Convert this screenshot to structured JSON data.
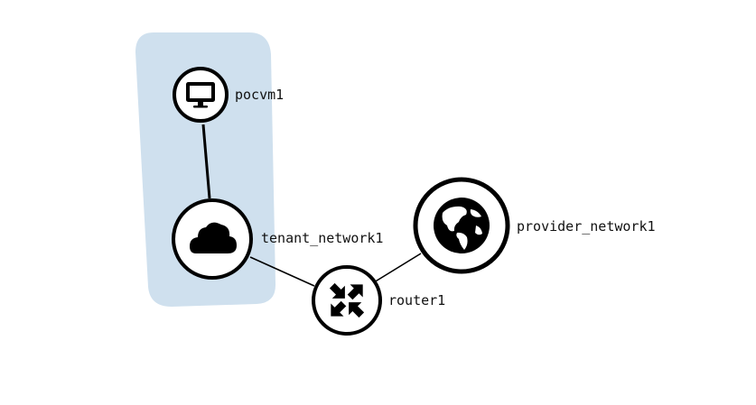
{
  "topology": {
    "colors": {
      "group_highlight": "#cfe0ee",
      "node_stroke": "#000000",
      "node_fill": "#ffffff",
      "link": "#000000"
    },
    "nodes": [
      {
        "id": "pocvm1",
        "label": "pocvm1",
        "kind": "instance",
        "icon": "monitor-icon"
      },
      {
        "id": "tenant_network1",
        "label": "tenant_network1",
        "kind": "network",
        "icon": "cloud-icon"
      },
      {
        "id": "router1",
        "label": "router1",
        "kind": "router",
        "icon": "router-arrows-icon"
      },
      {
        "id": "provider_network1",
        "label": "provider_network1",
        "kind": "external-network",
        "icon": "globe-icon"
      }
    ],
    "links": [
      {
        "from": "pocvm1",
        "to": "tenant_network1"
      },
      {
        "from": "tenant_network1",
        "to": "router1"
      },
      {
        "from": "router1",
        "to": "provider_network1"
      }
    ]
  }
}
